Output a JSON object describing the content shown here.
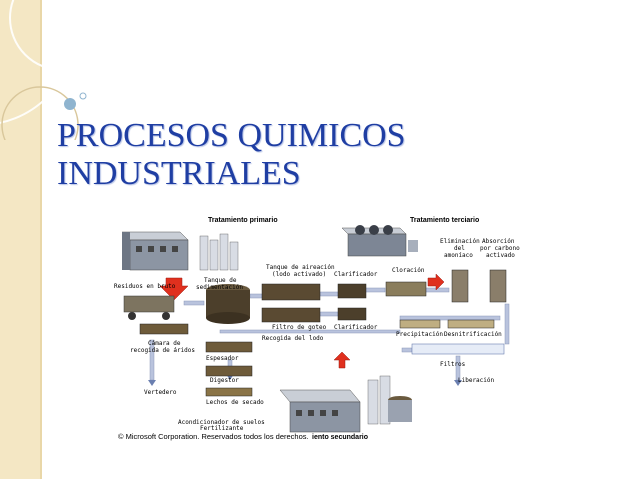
{
  "slide": {
    "title_line1": "PROCESOS QUIMICOS",
    "title_line2": "INDUSTRIALES"
  },
  "colors": {
    "title": "#1f3ea3",
    "stripe": "#f4e7c4",
    "flow": "#9aa8c8",
    "arrow_red": "#e0301e"
  },
  "diagram": {
    "header_primary": "Tratamiento primario",
    "header_tertiary": "Tratamiento terciario",
    "raw_waste": "Residuos en bruto",
    "sed_tank_1": "Tanque de",
    "sed_tank_2": "sedimentación",
    "aeration_1": "Tanque de aireación",
    "aeration_2": "(lodo activado)",
    "clarifier_1": "Clarificador",
    "chlorination": "Cloración",
    "ammonia_1": "Eliminación",
    "ammonia_2": "del",
    "ammonia_3": "amoníaco",
    "carbon_1": "Absorción",
    "carbon_2": "por carbono",
    "carbon_3": "activado",
    "trickling": "Filtro de goteo",
    "clarifier_2": "Clarificador",
    "precipitation": "Precipitación",
    "denitrification": "Desnitrificación",
    "grit_1": "Cámara de",
    "grit_2": "recogida de áridos",
    "sludge": "Recogida del lodo",
    "filters": "Filtros",
    "thickener": "Espesador",
    "release": "Liberación",
    "landfill": "Vertedero",
    "digester": "Digestor",
    "drying": "Lechos de secado",
    "conditioner_1": "Acondicionador de suelos",
    "conditioner_2": "Fertilizante",
    "secondary": "iento secundario",
    "copyright": "© Microsoft Corporation. Reservados todos los derechos."
  }
}
